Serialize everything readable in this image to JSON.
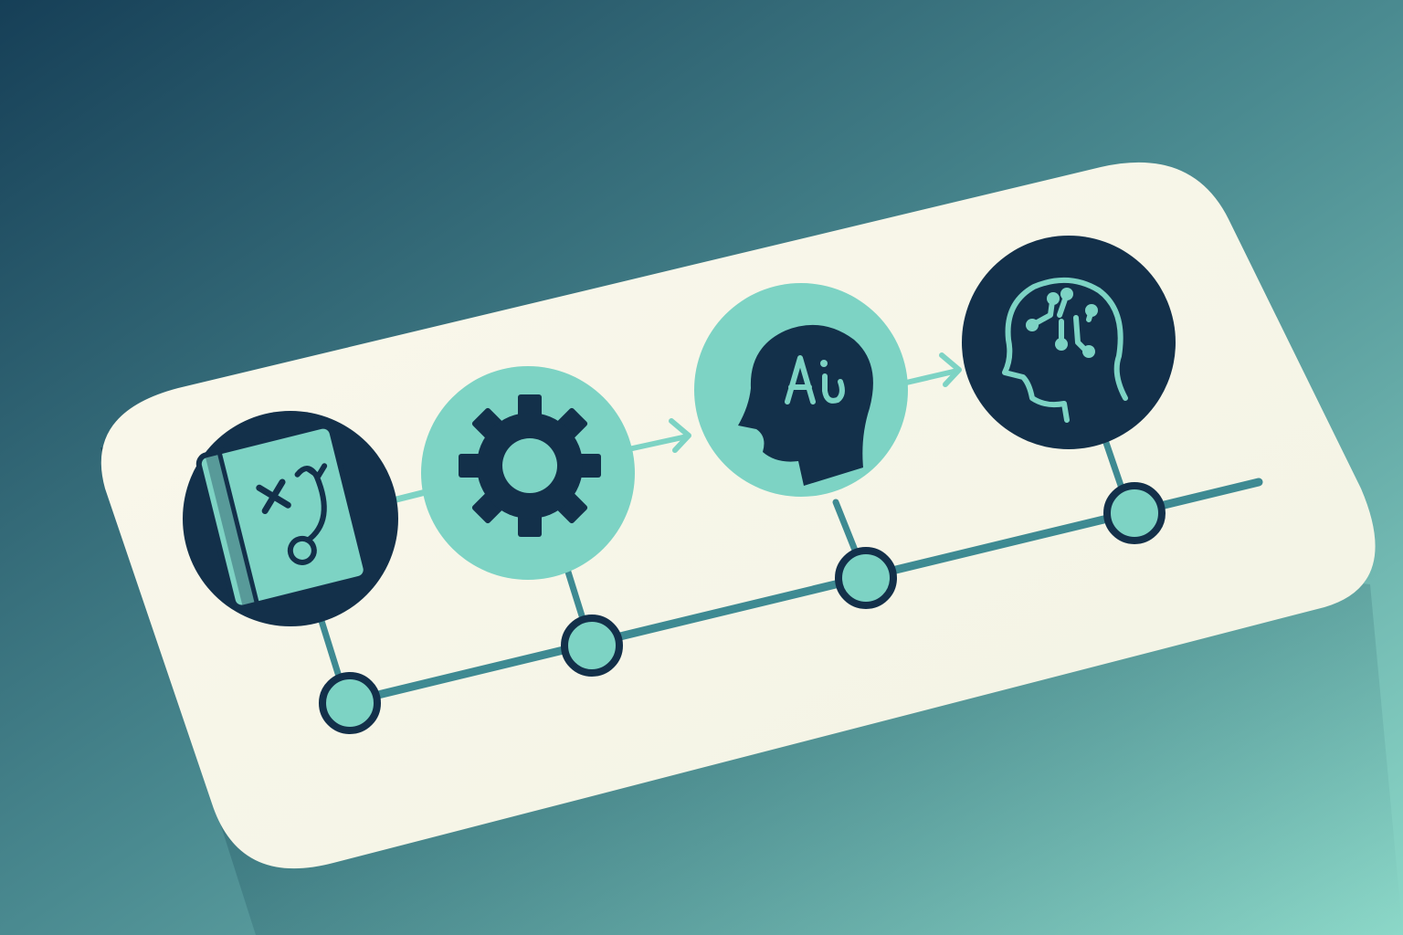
{
  "colors": {
    "background_dark": "#1c4a5e",
    "background_light": "#86d3c4",
    "card": "#fbf8ec",
    "navy": "#13304a",
    "teal": "#7dd3c4",
    "line": "#3e8a92"
  },
  "steps": [
    {
      "icon": "playbook-strategy-icon",
      "circle_style": "dark",
      "node_style": "teal"
    },
    {
      "icon": "gear-icon",
      "circle_style": "light",
      "node_style": "teal"
    },
    {
      "icon": "ai-head-icon",
      "circle_style": "light",
      "node_style": "teal"
    },
    {
      "icon": "circuit-brain-head-icon",
      "circle_style": "dark",
      "node_style": "teal"
    }
  ],
  "connections": [
    {
      "from": 0,
      "to": 1,
      "type": "line"
    },
    {
      "from": 1,
      "to": 2,
      "type": "arrow"
    },
    {
      "from": 2,
      "to": 3,
      "type": "arrow"
    }
  ],
  "head_glyph": "Ai"
}
